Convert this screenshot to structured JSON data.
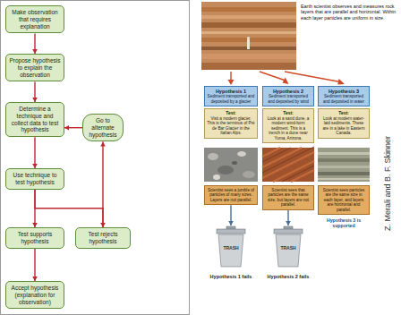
{
  "diagram": {
    "caption": "Z. Merali and B. F. Skinner",
    "nodes": [
      {
        "text": [
          "Make observation that requires explanation"
        ]
      },
      {
        "text": [
          "Propose hypothesis to explain the observation"
        ]
      },
      {
        "text": [
          "Determine a technique and collect data to test hypothesis"
        ]
      },
      {
        "text": [
          "Go to alternate hypothesis"
        ]
      },
      {
        "text": [
          "Use technique to test hypothesis"
        ]
      },
      {
        "text": [
          "Test supports hypothesis"
        ]
      },
      {
        "text": [
          "Test rejects hypothesis"
        ]
      },
      {
        "text": [
          "Accept hypothesis (explanation for observation)"
        ]
      },
      {
        "text": [
          "Hypothesis 1",
          "Sediment transported and deposited by a glacier"
        ]
      },
      {
        "text": [
          "Hypothesis 2",
          "Sediment transported and deposited by wind"
        ]
      },
      {
        "text": [
          "Hypothesis 3",
          "Sediment transported and deposited in water"
        ]
      },
      {
        "text": [
          "Test:",
          "Visit a modern glacier. This is the terminus of Pré de Bar Glacier in the Italian Alps."
        ]
      },
      {
        "text": [
          "Test:",
          "Look at a sand dune, a modern wind-born sediment. This is a trench in a dune near Yuma, Arizona."
        ]
      },
      {
        "text": [
          "Test:",
          "Look at modern water-laid sediments. These are in a lake in Eastern Canada."
        ]
      },
      {
        "text": [
          "Scientist sees a jumble of particles of many sizes. Layers are not parallel."
        ]
      },
      {
        "text": [
          "Scientist sees that particles are the same size, but layers are not parallel."
        ]
      },
      {
        "text": [
          "Scientist sees particles are the same size in each layer, and layers are horizontal and parallel."
        ]
      },
      {
        "text": [
          "TRASH"
        ]
      },
      {
        "text": [
          "TRASH"
        ]
      }
    ],
    "edges": [
      {
        "from": 0,
        "to": 1,
        "arrow": "to"
      },
      {
        "from": 1,
        "to": 2,
        "arrow": "to"
      },
      {
        "from": 2,
        "to": 4,
        "arrow": "to"
      },
      {
        "from": 4,
        "to": 5,
        "arrow": "to"
      },
      {
        "from": 4,
        "to": 6,
        "arrow": "to"
      },
      {
        "from": 6,
        "to": 3,
        "arrow": "to"
      },
      {
        "from": 3,
        "to": 2,
        "arrow": "to"
      },
      {
        "from": 5,
        "to": 7,
        "arrow": "to"
      },
      {
        "from": 14,
        "to": 17,
        "arrow": "to"
      },
      {
        "from": 15,
        "to": 18,
        "arrow": "to"
      }
    ],
    "labels": [
      "Earth scientist observes and measures rock layers that are parallel and horizontal. Within each layer particles are uniform in size.",
      "Hypothesis 3 is supported",
      "Hypothesis 1 fails",
      "Hypothesis 2 fails"
    ]
  }
}
